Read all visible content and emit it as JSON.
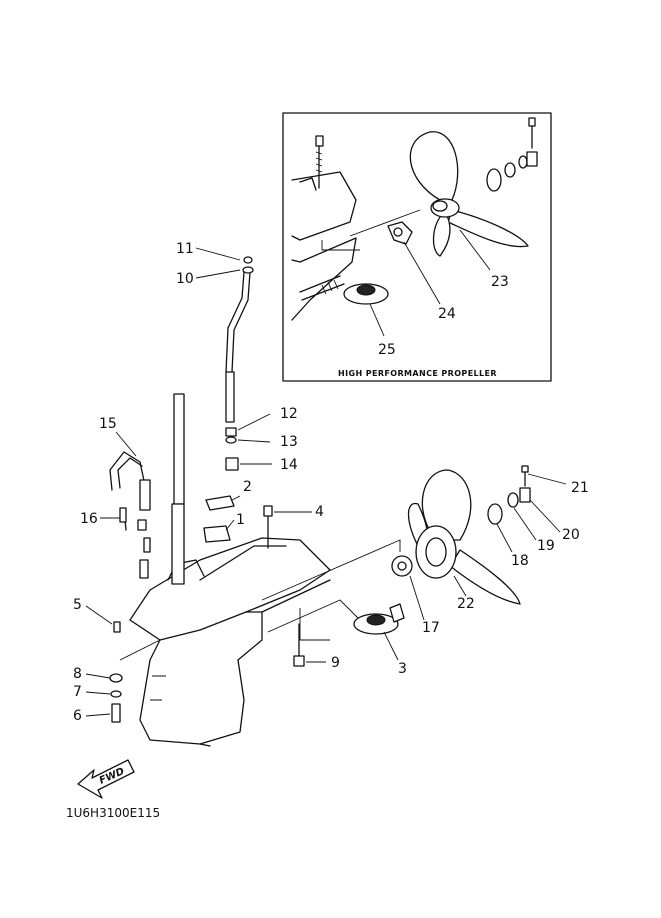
{
  "callouts": {
    "c1": "1",
    "c2": "2",
    "c3": "3",
    "c4": "4",
    "c5": "5",
    "c6": "6",
    "c7": "7",
    "c8": "8",
    "c9": "9",
    "c10": "10",
    "c11": "11",
    "c12": "12",
    "c13": "13",
    "c14": "14",
    "c15": "15",
    "c16": "16",
    "c17": "17",
    "c18": "18",
    "c19": "19",
    "c20": "20",
    "c21": "21",
    "c22": "22",
    "c23": "23",
    "c24": "24",
    "c25": "25"
  },
  "inset": {
    "caption": "HIGH PERFORMANCE PROPELLER"
  },
  "arrow_label": "FWD",
  "drawing_code": "1U6H3100E115",
  "colors": {
    "ink": "#111111",
    "paper": "#ffffff"
  }
}
